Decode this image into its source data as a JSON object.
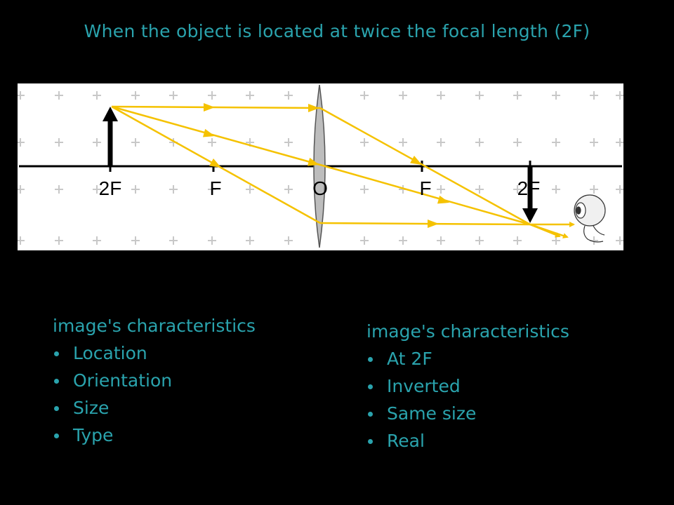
{
  "title": "When the object is located at twice the focal length (2F)",
  "diagram": {
    "labels": {
      "obj_2f": "2F",
      "obj_f": "F",
      "optical_center": "O",
      "img_f": "F",
      "img_2f": "2F"
    },
    "colors": {
      "background": "#ffffff",
      "grid_cross": "#c8c8c8",
      "ray": "#f5c200",
      "lens": "#bdbdbd",
      "arrow": "#000000"
    }
  },
  "left_panel": {
    "heading": "image's characteristics",
    "items": [
      "Location",
      "Orientation",
      "Size",
      "Type"
    ]
  },
  "right_panel": {
    "heading": "image's characteristics",
    "items": [
      "At 2F",
      "Inverted",
      "Same size",
      "Real"
    ]
  },
  "colors": {
    "text": "#2aa3ad",
    "slide_background": "#000000"
  }
}
